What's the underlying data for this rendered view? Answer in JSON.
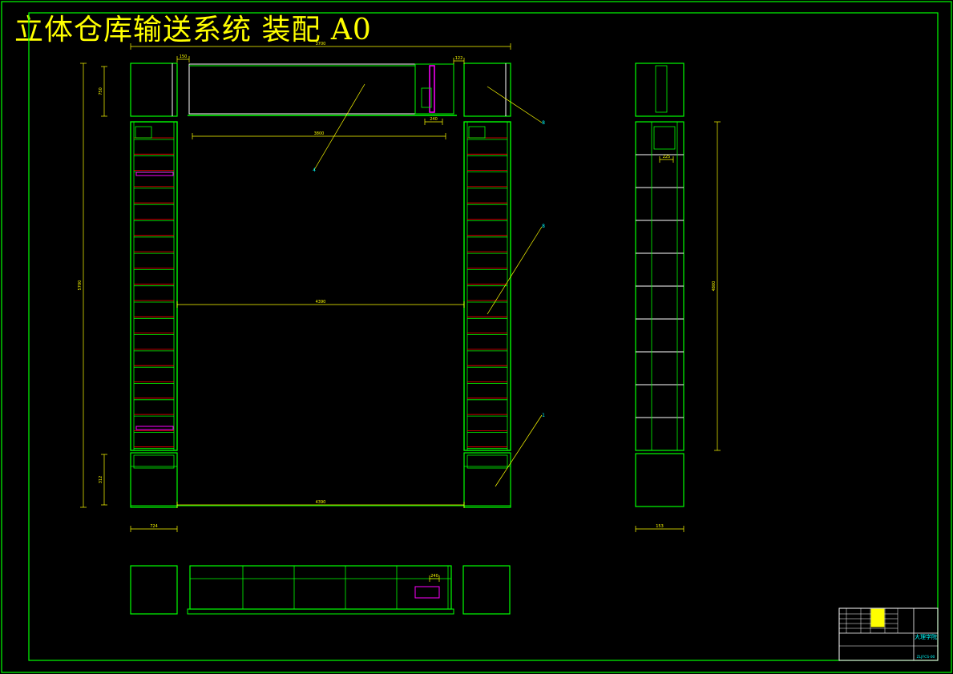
{
  "title": "立体仓库输送系统 装配 A0",
  "colors": {
    "background": "#000000",
    "frame": "#00ff00",
    "outline": "#ffffff",
    "dimension": "#ffff00",
    "leader": "#ffff00",
    "rack": "#00ff00",
    "accent": "#ff00ff",
    "center_line": "#ff0000",
    "label": "#00ffff"
  },
  "dimensions": {
    "top_span": "3700",
    "top_left_width": "150",
    "top_right_width": "122",
    "top_height_left": "750",
    "conveyor_length": "3800",
    "motor_gap": "240",
    "left_height": "5700",
    "inner_span": "4390",
    "bottom_span": "4390",
    "bottom_height": "312",
    "bottom_width": "724",
    "side_height": "4800",
    "side_width": "153",
    "side_small": "225",
    "bottom_small": "240"
  },
  "part_labels": [
    "4",
    "8",
    "8",
    "1"
  ],
  "title_block": {
    "school": "大理学院",
    "drawing_no": "ZLJFCS-00"
  }
}
